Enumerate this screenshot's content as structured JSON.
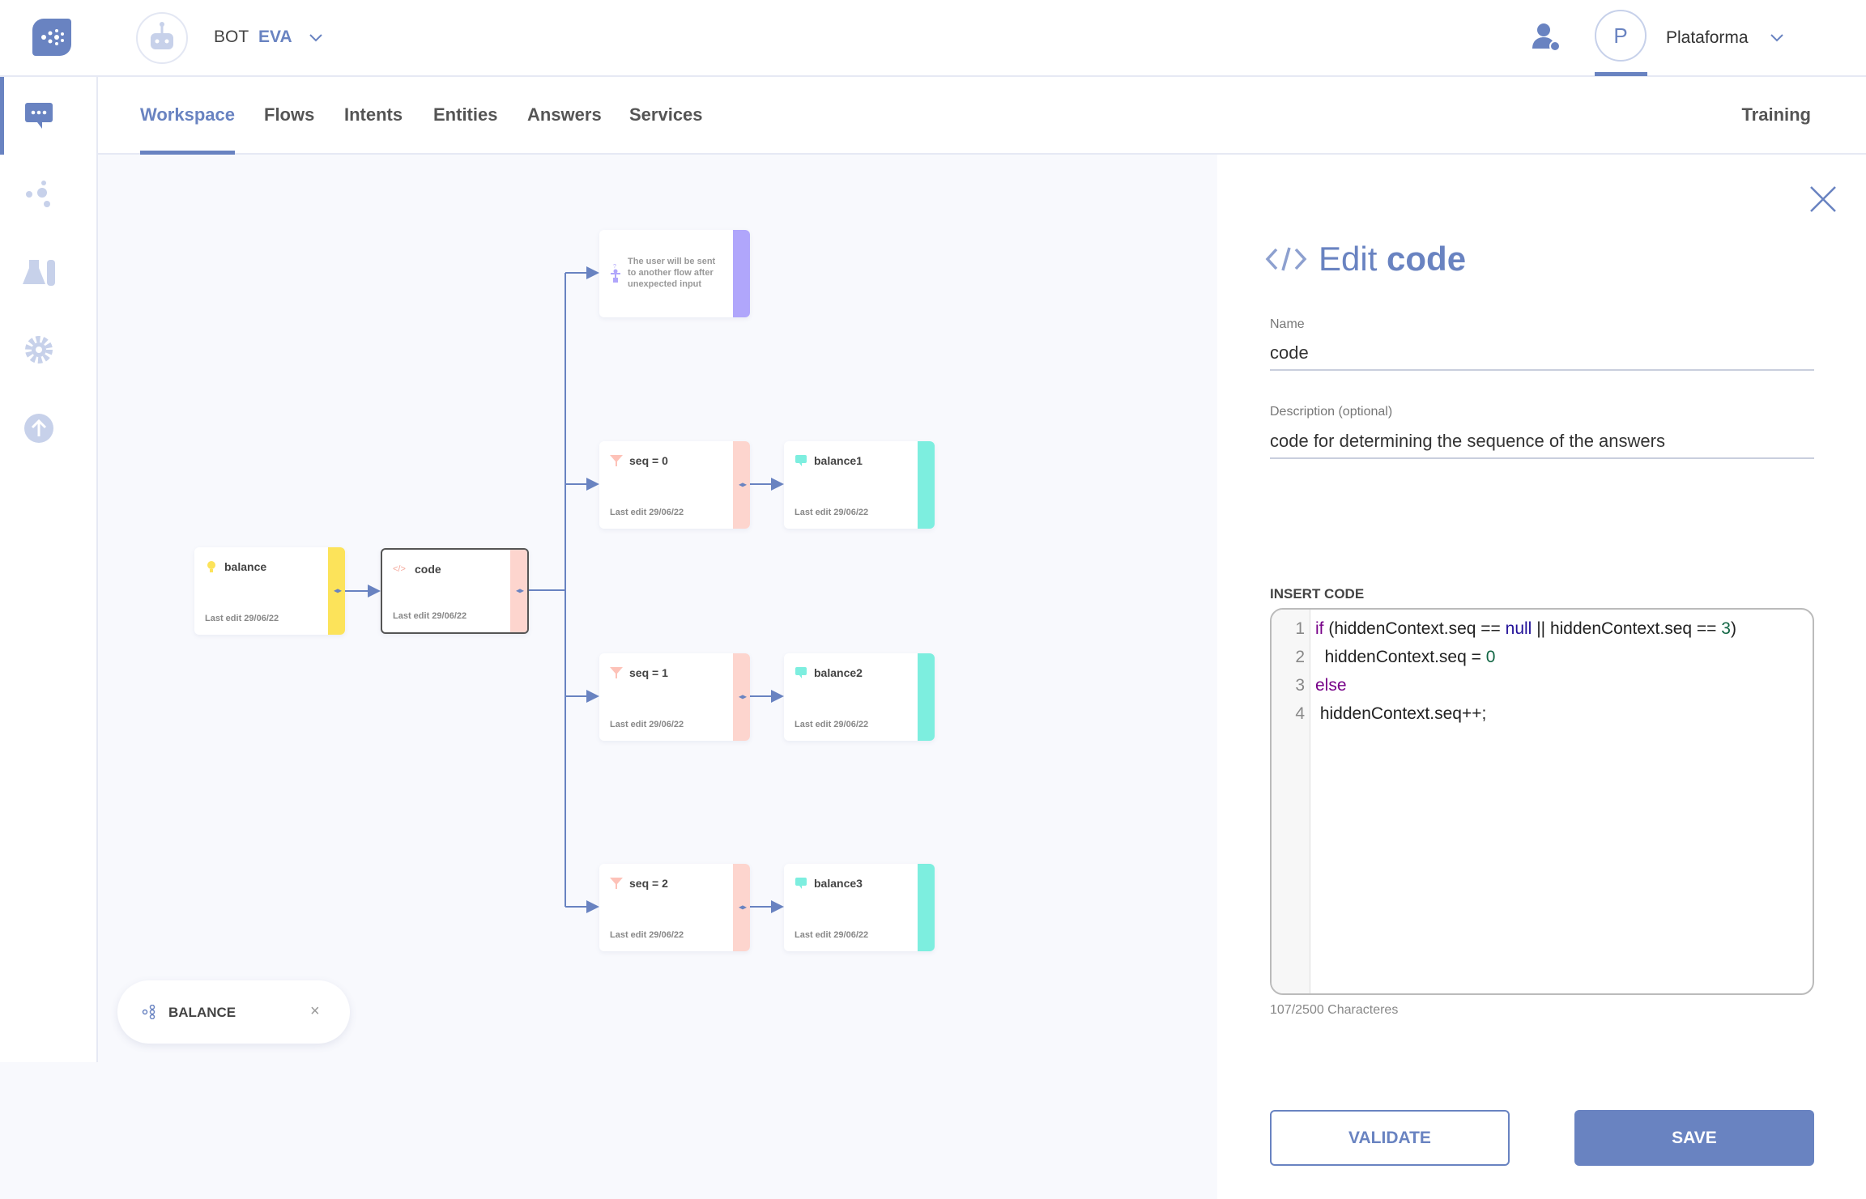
{
  "header": {
    "bot_prefix": "BOT",
    "bot_name": "EVA",
    "user_initial": "P",
    "workspace_name": "Plataforma"
  },
  "tabs": [
    {
      "label": "Workspace",
      "active": true
    },
    {
      "label": "Flows"
    },
    {
      "label": "Intents"
    },
    {
      "label": "Entities"
    },
    {
      "label": "Answers"
    },
    {
      "label": "Services"
    }
  ],
  "training_label": "Training",
  "canvas": {
    "nodes": {
      "balance": {
        "title": "balance",
        "edit": "Last edit 29/06/22"
      },
      "code": {
        "title": "code",
        "edit": "Last edit 29/06/22"
      },
      "fallback": {
        "text": "The user will be sent to another flow after unexpected input"
      },
      "seq0": {
        "title": "seq = 0",
        "edit": "Last edit 29/06/22"
      },
      "seq1": {
        "title": "seq = 1",
        "edit": "Last edit 29/06/22"
      },
      "seq2": {
        "title": "seq = 2",
        "edit": "Last edit 29/06/22"
      },
      "balance1": {
        "title": "balance1",
        "edit": "Last edit 29/06/22"
      },
      "balance2": {
        "title": "balance2",
        "edit": "Last edit 29/06/22"
      },
      "balance3": {
        "title": "balance3",
        "edit": "Last edit 29/06/22"
      }
    },
    "flow_chip": "BALANCE"
  },
  "panel": {
    "title_prefix": "Edit",
    "title_main": "code",
    "name_label": "Name",
    "name_value": "code",
    "desc_label": "Description (optional)",
    "desc_value": "code for determining the sequence of the answers",
    "code_label": "INSERT CODE",
    "line_numbers": [
      "1",
      "2",
      "3",
      "4"
    ],
    "code": {
      "l1": {
        "kw": "if",
        "a": " (hiddenContext.seq == ",
        "null": "null",
        "b": " || hiddenContext.seq == ",
        "num": "3",
        "c": ")"
      },
      "l2": {
        "a": "  hiddenContext.seq = ",
        "num": "0"
      },
      "l3": {
        "kw": "else"
      },
      "l4": {
        "a": " hiddenContext.seq++;"
      }
    },
    "char_count": "107/2500 Characteres",
    "validate_label": "VALIDATE",
    "save_label": "SAVE"
  },
  "colors": {
    "accent": "#6983c1",
    "answer": "#7deedf",
    "condition": "#fdd5ce",
    "intent": "#fce35a",
    "fallback": "#b0a6fb"
  }
}
